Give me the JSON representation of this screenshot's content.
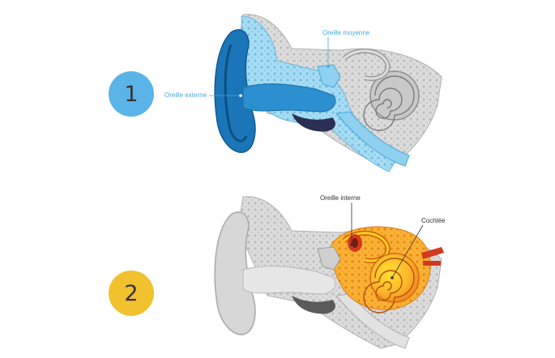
{
  "steps": [
    {
      "number": "1",
      "color": "#5ab4e8"
    },
    {
      "number": "2",
      "color": "#f2c12e"
    }
  ],
  "labels": {
    "outer_ear": "Oreille externe",
    "middle_ear": "Oreille moyenne",
    "inner_ear": "Oreille interne",
    "cochlea": "Cochlée"
  },
  "colors": {
    "outer_blue": "#1a76b8",
    "light_blue": "#8fd0ee",
    "grey": "#cfcfcf",
    "orange": "#f59a1e",
    "yellow": "#ffd21a",
    "red": "#d23a1e"
  }
}
